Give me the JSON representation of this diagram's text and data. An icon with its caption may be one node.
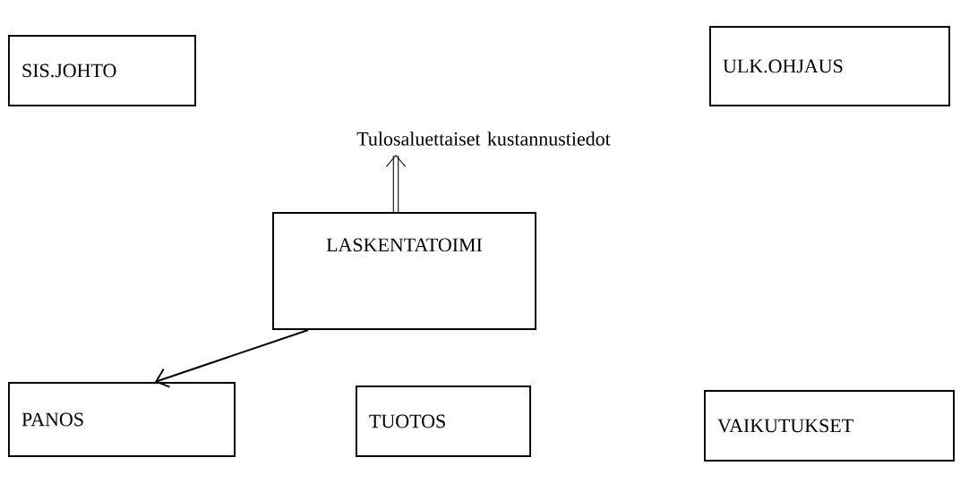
{
  "diagram": {
    "nodes": [
      {
        "text": [
          "SIS.JOHTO"
        ]
      },
      {
        "text": [
          "ULK.OHJAUS"
        ]
      },
      {
        "text": [
          "Tulosaluettaiset kustannustiedot"
        ]
      },
      {
        "text": [
          "LASKENTATOIMI"
        ]
      },
      {
        "text": [
          "PANOS"
        ]
      },
      {
        "text": [
          "TUOTOS"
        ]
      },
      {
        "text": [
          "VAIKUTUKSET"
        ]
      }
    ],
    "edges": [
      {
        "from": 3,
        "to": 2,
        "arrow": "to",
        "style": "thick"
      },
      {
        "from": 3,
        "to": 4,
        "arrow": "to"
      }
    ]
  }
}
